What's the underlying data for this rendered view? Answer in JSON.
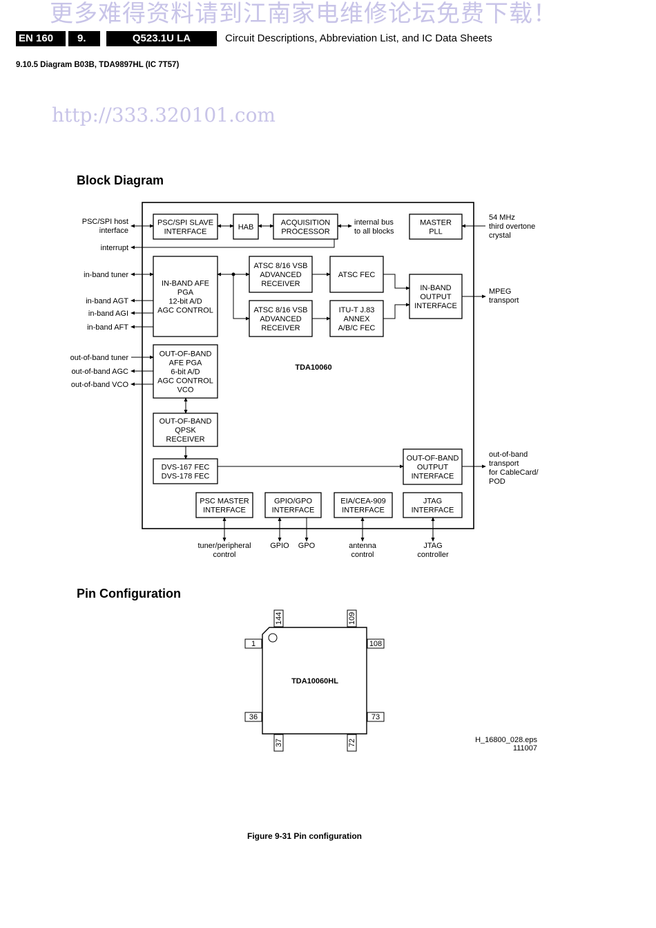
{
  "watermark": {
    "line1": "更多难得资料请到江南家电维修论坛免费下载！",
    "line2": "http://333.320101.com"
  },
  "header": {
    "page": "EN 160",
    "chapter": "9.",
    "model": "Q523.1U LA",
    "title": "Circuit Descriptions, Abbreviation List, and IC Data Sheets"
  },
  "section": "9.10.5  Diagram B03B, TDA9897HL (IC 7T57)",
  "block_diagram": {
    "heading": "Block Diagram",
    "chip_label": "TDA10060",
    "blocks": {
      "psc_slave": [
        "PSC/SPI SLAVE",
        "INTERFACE"
      ],
      "hab": [
        "HAB"
      ],
      "acq": [
        "ACQUISITION",
        "PROCESSOR"
      ],
      "pll": [
        "MASTER",
        "PLL"
      ],
      "ib_afe": [
        "IN-BAND AFE",
        "PGA",
        "12-bit A/D",
        "AGC CONTROL"
      ],
      "atsc1": [
        "ATSC 8/16 VSB",
        "ADVANCED",
        "RECEIVER"
      ],
      "atsc_fec": [
        "ATSC FEC"
      ],
      "atsc2": [
        "ATSC 8/16 VSB",
        "ADVANCED",
        "RECEIVER"
      ],
      "itu": [
        "ITU-T J.83",
        "ANNEX",
        "A/B/C FEC"
      ],
      "ib_out": [
        "IN-BAND",
        "OUTPUT",
        "INTERFACE"
      ],
      "oob_afe": [
        "OUT-OF-BAND",
        "AFE PGA",
        "6-bit A/D",
        "AGC CONTROL",
        "VCO"
      ],
      "qpsk": [
        "OUT-OF-BAND",
        "QPSK",
        "RECEIVER"
      ],
      "dvs": [
        "DVS-167 FEC",
        "DVS-178 FEC"
      ],
      "oob_out": [
        "OUT-OF-BAND",
        "OUTPUT",
        "INTERFACE"
      ],
      "psc_master": [
        "PSC MASTER",
        "INTERFACE"
      ],
      "gpio": [
        "GPIO/GPO",
        "INTERFACE"
      ],
      "eia": [
        "EIA/CEA-909",
        "INTERFACE"
      ],
      "jtag": [
        "JTAG",
        "INTERFACE"
      ]
    },
    "signals": {
      "psc_host": [
        "PSC/SPI host",
        "interface"
      ],
      "interrupt": [
        "interrupt"
      ],
      "ib_tuner": [
        "in-band tuner"
      ],
      "ib_agt": [
        "in-band AGT"
      ],
      "ib_agi": [
        "in-band AGI"
      ],
      "ib_aft": [
        "in-band AFT"
      ],
      "oob_tuner": [
        "out-of-band tuner"
      ],
      "oob_agc": [
        "out-of-band AGC"
      ],
      "oob_vco": [
        "out-of-band VCO"
      ],
      "bus": [
        "internal bus",
        "to all blocks"
      ],
      "crystal": [
        "54 MHz",
        "third overtone",
        "crystal"
      ],
      "mpeg": [
        "MPEG",
        "transport"
      ],
      "oob_transport": [
        "out-of-band",
        "transport",
        "for CableCard/",
        "POD"
      ],
      "tuner_ctrl": [
        "tuner/peripheral",
        "control"
      ],
      "gpio": [
        "GPIO"
      ],
      "gpo": [
        "GPO"
      ],
      "antenna": [
        "antenna",
        "control"
      ],
      "jtag": [
        "JTAG",
        "controller"
      ]
    }
  },
  "pin_config": {
    "heading": "Pin Configuration",
    "chip_label": "TDA10060HL",
    "pins": {
      "p1": "1",
      "p36": "36",
      "p37": "37",
      "p72": "72",
      "p73": "73",
      "p108": "108",
      "p109": "109",
      "p144": "144"
    },
    "file_ref": "H_16800_028.eps",
    "file_date": "111007"
  },
  "caption": "Figure 9-31 Pin configuration"
}
